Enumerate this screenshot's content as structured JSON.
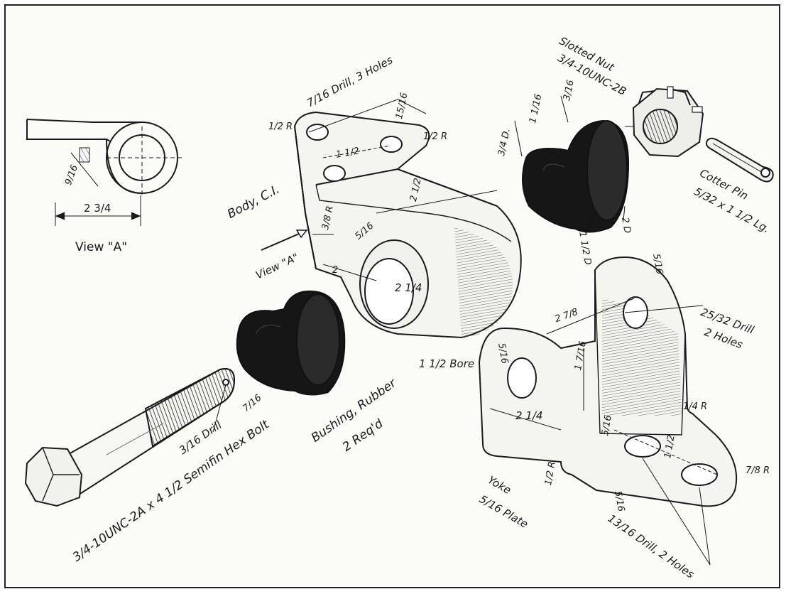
{
  "diagram": {
    "parts": {
      "body": {
        "name": "Body, C.I.",
        "drill_note": "7/16 Drill, 3 Holes",
        "bore_note": "1 1/2 Bore",
        "view_arrow": "View \"A\""
      },
      "bushing": {
        "name": "Bushing, Rubber",
        "qty": "2 Req'd"
      },
      "bolt": {
        "spec": "3/4-10UNC-2A x 4 1/2 Semifin Hex Bolt",
        "drill_note": "3/16 Drill"
      },
      "nut": {
        "name": "Slotted Nut",
        "spec": "3/4-10UNC-2B"
      },
      "cotter": {
        "name": "Cotter Pin",
        "spec": "5/32 x 1 1/2 Lg."
      },
      "yoke": {
        "name": "Yoke",
        "plate": "5/16 Plate",
        "drill_upper": "25/32 Drill",
        "holes_upper": "2 Holes",
        "drill_lower": "13/16 Drill, 2 Holes"
      }
    },
    "view_a": {
      "title": "View \"A\"",
      "width_dim": "2 3/4",
      "small_dim": "9/16"
    },
    "dimensions": {
      "body_top_r": "1/2 R",
      "body_top_r2": "1/2 R",
      "body_hole_sp1": "1 1/2",
      "body_hole_sp2": "15/16",
      "body_len": "2 1/2",
      "body_side": "3/8 R",
      "body_side2": "5/16",
      "body_h": "2",
      "body_bore_d": "2 1/4",
      "bush_d1": "3/4 D.",
      "bush_len": "1 1/16",
      "bush_flange": "3/16",
      "bush_d2": "1 1/2 D",
      "bush_d3": "2 D",
      "bolt_hole": "7/16",
      "yoke_t": "5/16",
      "yoke_w": "2 7/8",
      "yoke_h": "1 7/16",
      "yoke_base_w": "2 1/4",
      "yoke_t2": "5/16",
      "yoke_r1": "1/4 R",
      "yoke_r2": "7/8 R",
      "yoke_r3": "1/2 R",
      "yoke_sp": "1 1/2",
      "yoke_t3": "5/16",
      "yoke_t4": "5/16"
    }
  },
  "colors": {
    "ink": "#1a1a1a",
    "paper": "#fbfbf9",
    "rubber": "#161616",
    "frame": "#222222"
  }
}
